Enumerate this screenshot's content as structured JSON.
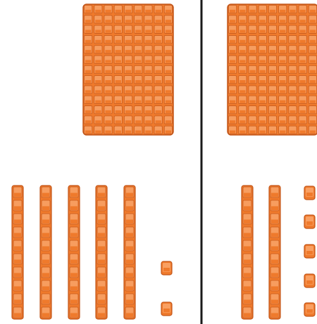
{
  "colors": {
    "block_fill": "#ef7a2c",
    "block_light": "#f9a468",
    "block_dark": "#c2561a",
    "divider": "#1a1a1a",
    "background": "#ffffff"
  },
  "panels": [
    {
      "name": "left-panel",
      "hundreds": 1,
      "tens": 5,
      "ones": 2
    },
    {
      "name": "right-panel",
      "hundreds": 1,
      "tens": 2,
      "ones": 5
    }
  ]
}
